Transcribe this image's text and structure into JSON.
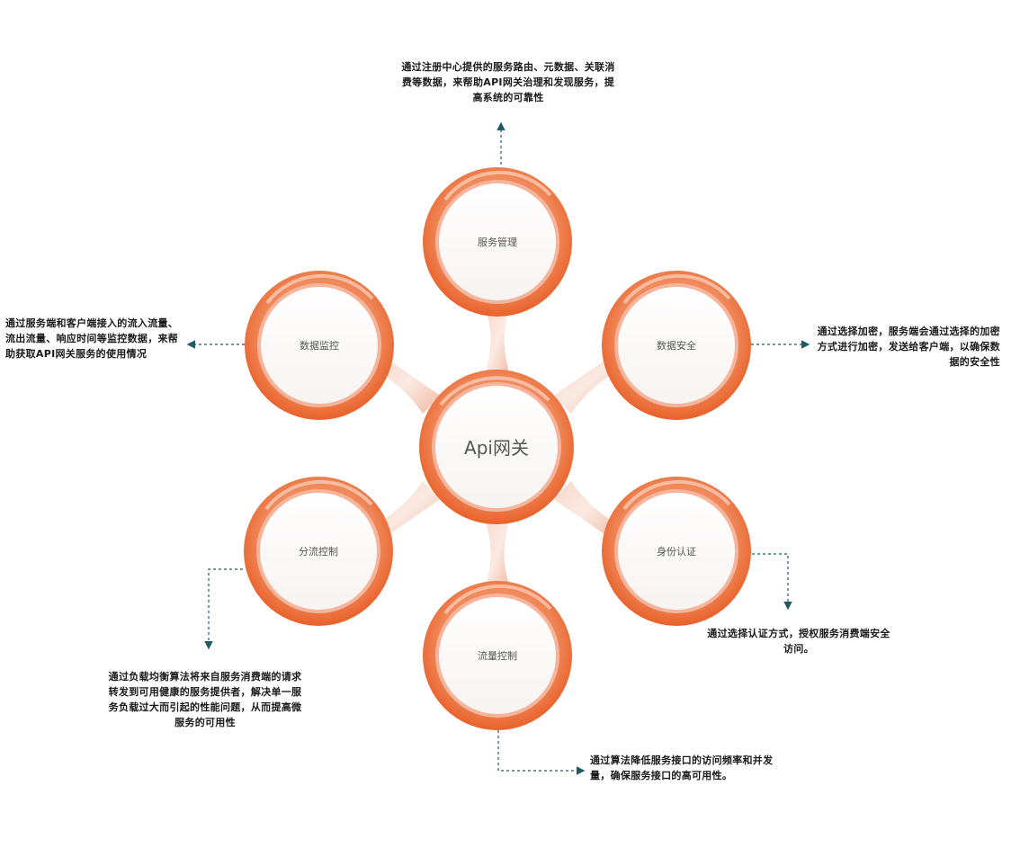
{
  "center": {
    "label": "Api网关"
  },
  "nodes": {
    "service_management": {
      "label": "服务管理",
      "description": "通过注册中心提供的服务路由、元数据、关联消费等数据，来帮助API网关治理和发现服务，提高系统的可靠性"
    },
    "data_security": {
      "label": "数据安全",
      "description": "通过选择加密，服务端会通过选择的加密方式进行加密，发送给客户端，以确保数据的安全性"
    },
    "identity_auth": {
      "label": "身份认证",
      "description": "通过选择认证方式，授权服务消费端安全访问。"
    },
    "traffic_control": {
      "label": "流量控制",
      "description": "通过算法降低服务接口的访问频率和并发量，确保服务接口的高可用性。"
    },
    "load_balancing": {
      "label": "分流控制",
      "description": "通过负载均衡算法将来自服务消费端的请求转发到可用健康的服务提供者，解决单一服务负载过大而引起的性能问题，从而提高微服务的可用性"
    },
    "data_monitoring": {
      "label": "数据监控",
      "description": "通过服务端和客户端接入的流入流量、流出流量、响应时间等监控数据，来帮助获取API网关服务的使用情况"
    }
  },
  "colors": {
    "ring_outer": "#ec6a30",
    "ring_inner": "#f6b49a",
    "connector": "#f4c7b4",
    "arrow": "#1f5a66"
  }
}
